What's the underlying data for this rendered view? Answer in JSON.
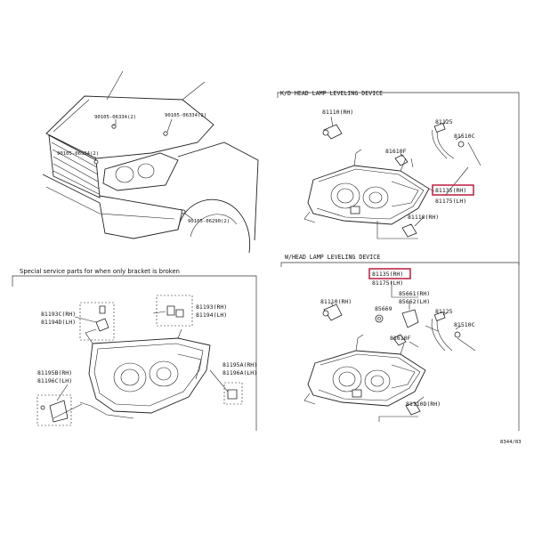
{
  "sections": {
    "top_left": {
      "callouts": [
        "90105-06334(2)",
        "90105-06334(2)",
        "90105-06334(2)",
        "90105-06290(2)"
      ]
    },
    "top_right": {
      "title": "K/D HEAD LAMP LEVELING DEVICE",
      "parts": {
        "p81110": "81110(RH)",
        "p81125": "81125",
        "p81510": "81510C",
        "p81610": "81610F",
        "p81135": "81135(RH)",
        "p81175": "81175(LH)",
        "p81110b": "81110(RH)"
      },
      "highlighted": "81135(RH)"
    },
    "bottom_left": {
      "title": "Special service parts for when only bracket is broken",
      "parts": {
        "p81193c": "81193C(RH)",
        "p81194d": "81194D(LH)",
        "p81193": "81193(RH)",
        "p81194": "81194(LH)",
        "p81195b": "81195B(RH)",
        "p81196c": "81196C(LH)",
        "p81195a": "81195A(RH)",
        "p81196a": "81196A(LH)"
      }
    },
    "bottom_right": {
      "title": "W/HEAD LAMP LEVELING DEVICE",
      "parts": {
        "p81135": "81135(RH)",
        "p81175": "81175(LH)",
        "p81110": "81110(RH)",
        "p85661": "85661(RH)",
        "p85662": "85662(LH)",
        "p85669": "85669",
        "p81125": "81125",
        "p81510": "81510C",
        "p81610": "81610F",
        "p81110b": "81110D(RH)"
      },
      "highlighted": "81135(RH)"
    }
  },
  "figure_id": "8344/83",
  "colors": {
    "highlight": "#c0294a",
    "line": "#222222"
  }
}
